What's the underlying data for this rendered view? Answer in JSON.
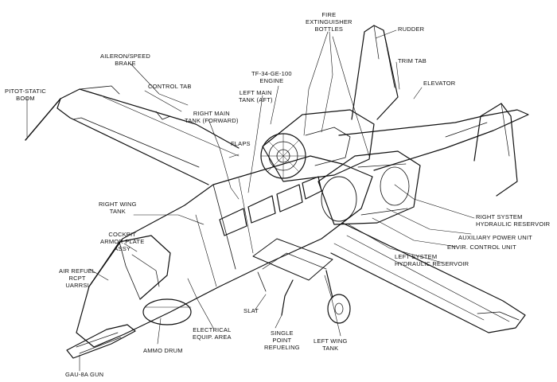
{
  "diagram": {
    "labels": {
      "fire_extinguisher_bottles": "FIRE\nEXTINGUISHER\nBOTTLES",
      "rudder": "RUDDER",
      "aileron_speed_brake": "AILERON/SPEED\nBRAKE",
      "tf34_engine": "TF-34-GE-100\nENGINE",
      "trim_tab": "TRIM TAB",
      "pitot_static_boom": "PITOT-STATIC\nBOOM",
      "control_tab": "CONTROL TAB",
      "left_main_tank_aft": "LEFT MAIN\nTANK (AFT)",
      "elevator": "ELEVATOR",
      "right_main_tank_forward": "RIGHT MAIN\nTANK (FORWARD)",
      "flaps": "FLAPS",
      "right_wing_tank": "RIGHT WING\nTANK",
      "cockpit_armor_plate_assy": "COCKPIT\nARMOR PLATE\nASSY",
      "right_system_hydraulic_reservoir": "RIGHT SYSTEM\nHYDRAULIC RESERVOIR",
      "auxiliary_power_unit": "AUXILIARY POWER UNIT",
      "envir_control_unit": "ENVIR. CONTROL UNIT",
      "left_system_hydraulic_reservoir": "LEFT SYSTEM\nHYDRAULIC RESERVOIR",
      "air_refuel_rcpt": "AIR REFUEL\nRCPT\nUARRSI",
      "slat": "SLAT",
      "electrical_equip_area": "ELECTRICAL\nEQUIP. AREA",
      "single_point_refueling": "SINGLE\nPOINT\nREFUELING",
      "left_wing_tank": "LEFT WING\nTANK",
      "ammo_drum": "AMMO DRUM",
      "gau8a_gun": "GAU-8A GUN"
    }
  }
}
